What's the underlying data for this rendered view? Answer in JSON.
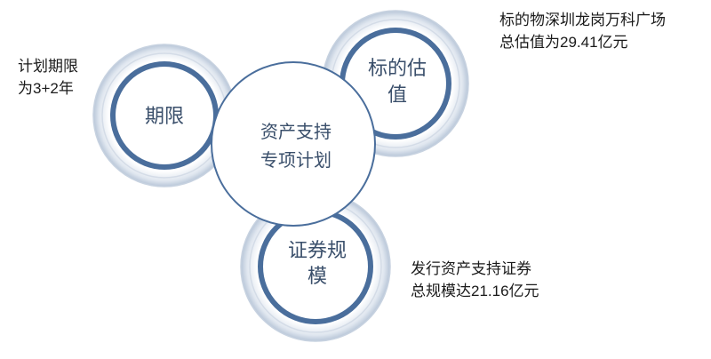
{
  "center": {
    "line1": "资产支持",
    "line2": "专项计划"
  },
  "nodes": {
    "term": {
      "label": "期限"
    },
    "valuation": {
      "line1": "标的估",
      "line2": "值"
    },
    "scale": {
      "line1": "证券规",
      "line2": "模"
    }
  },
  "notes": {
    "term": {
      "line1": "计划期限",
      "line2": "为3+2年"
    },
    "valuation": {
      "line1": "标的物深圳龙岗万科广场",
      "line2": "总估值为29.41亿元"
    },
    "scale": {
      "line1": "发行资产支持证券",
      "line2": "总规模达21.16亿元"
    }
  },
  "colors": {
    "ring_dark": "#4a6e9c",
    "ring_light": "#c7d2e0",
    "text": "#3a4f6b"
  }
}
